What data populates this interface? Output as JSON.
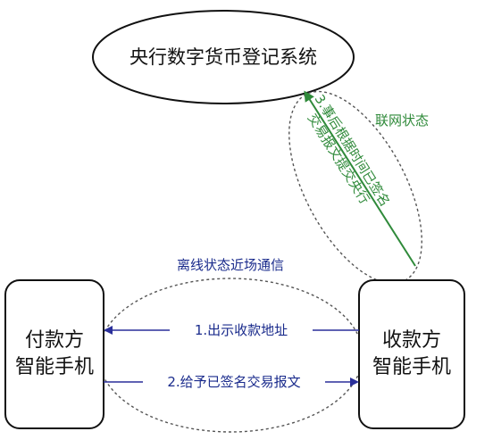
{
  "system": {
    "label": "央行数字货币登记系统"
  },
  "payer": {
    "line1": "付款方",
    "line2": "智能手机"
  },
  "payee": {
    "line1": "收款方",
    "line2": "智能手机"
  },
  "offline": {
    "label": "离线状态近场通信"
  },
  "online": {
    "label": "联网状态"
  },
  "steps": {
    "step1": "1.出示收款地址",
    "step2": "2.给予已签名交易报文",
    "step3_line1": "3.事后根据时间已签名",
    "step3_line2": "交易报文提交央行"
  },
  "colors": {
    "blue_arrow": "#2a2f9a",
    "green_arrow": "#2f8a3a",
    "dashed": "#555555",
    "box_stroke": "#111111"
  }
}
